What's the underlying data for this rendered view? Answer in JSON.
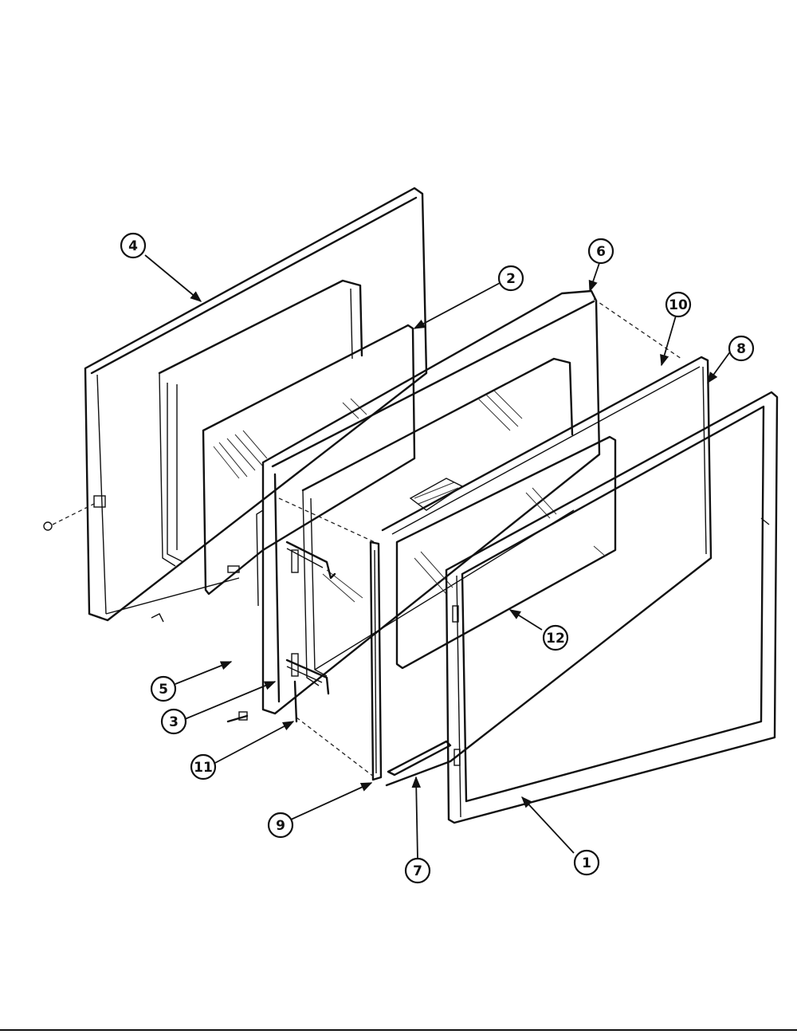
{
  "callouts": [
    {
      "id": "4",
      "label": "4"
    },
    {
      "id": "2",
      "label": "2"
    },
    {
      "id": "6",
      "label": "6"
    },
    {
      "id": "10",
      "label": "10"
    },
    {
      "id": "8",
      "label": "8"
    },
    {
      "id": "12",
      "label": "12"
    },
    {
      "id": "5",
      "label": "5"
    },
    {
      "id": "3",
      "label": "3"
    },
    {
      "id": "11",
      "label": "11"
    },
    {
      "id": "9",
      "label": "9"
    },
    {
      "id": "7",
      "label": "7"
    },
    {
      "id": "1",
      "label": "1"
    }
  ]
}
